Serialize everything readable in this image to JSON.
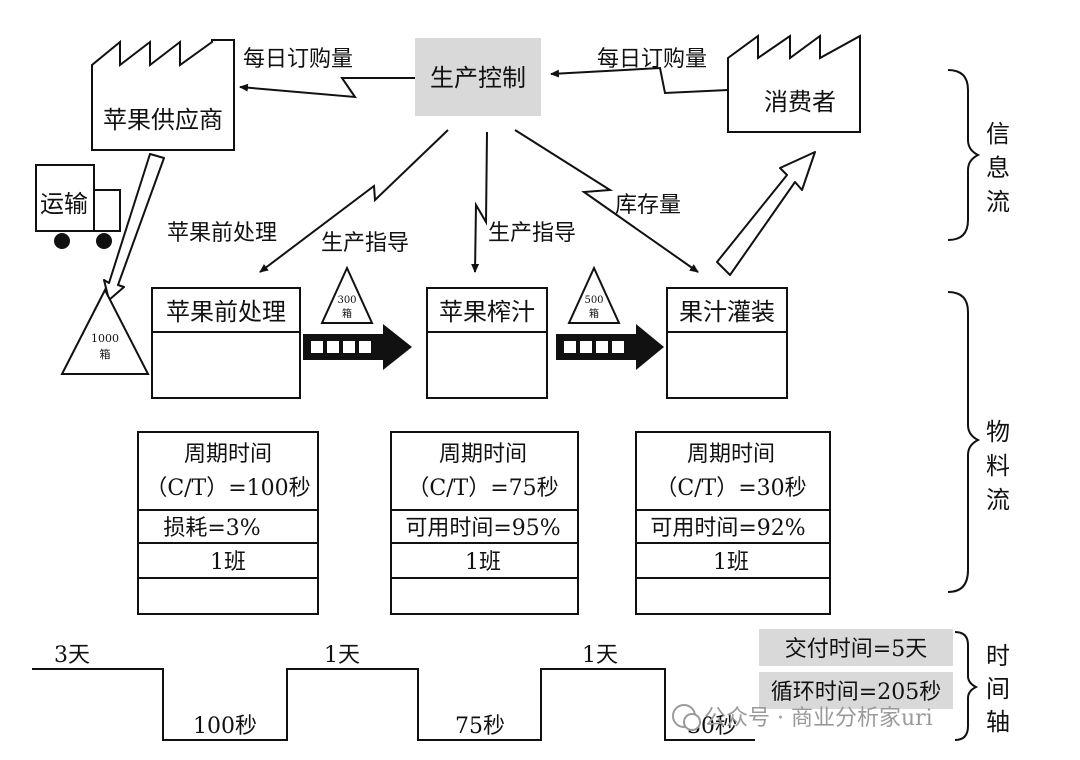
{
  "entities": {
    "supplier": "苹果供应商",
    "control": "生产控制",
    "consumer": "消费者",
    "truck": "运输"
  },
  "info_labels": {
    "order_left": "每日订购量",
    "order_right": "每日订购量",
    "preprocess_note": "苹果前处理",
    "instruction_1": "生产指导",
    "instruction_2": "生产指导",
    "inventory": "库存量"
  },
  "inventories": [
    {
      "qty": "1000",
      "unit": "箱"
    },
    {
      "qty": "300",
      "unit": "箱"
    },
    {
      "qty": "500",
      "unit": "箱"
    }
  ],
  "processes": [
    {
      "name": "苹果前处理"
    },
    {
      "name": "苹果榨汁"
    },
    {
      "name": "果汁灌装"
    }
  ],
  "data_boxes": [
    {
      "l1": "周期时间",
      "l2": "（C/T）=100秒",
      "r2": "损耗=3%",
      "r3": "1班"
    },
    {
      "l1": "周期时间",
      "l2": "（C/T）=75秒",
      "r2": "可用时间=95%",
      "r3": "1班"
    },
    {
      "l1": "周期时间",
      "l2": "（C/T）=30秒",
      "r2": "可用时间=92%",
      "r3": "1班"
    }
  ],
  "brackets": {
    "info": [
      "信",
      "息",
      "流"
    ],
    "material": [
      "物",
      "料",
      "流"
    ],
    "time": [
      "时",
      "间",
      "轴"
    ]
  },
  "timeline": {
    "upper": [
      "3天",
      "1天",
      "1天"
    ],
    "lower": [
      "100秒",
      "75秒",
      "30秒"
    ],
    "delivery": "交付时间=5天",
    "cycle": "循环时间=205秒"
  },
  "watermark": "公众号 · 商业分析家uri",
  "colors": {
    "line": "#111111",
    "gray_fill": "#d9d9d9",
    "watermark": "#9a9a9a"
  }
}
